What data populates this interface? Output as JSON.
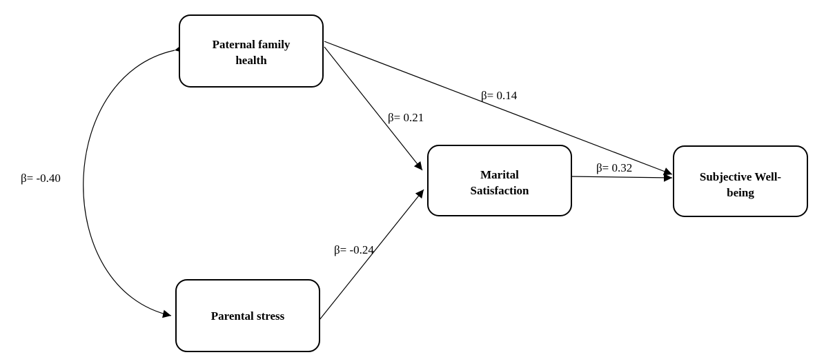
{
  "nodes": {
    "paternal": {
      "line1": "Paternal family",
      "line2": "health"
    },
    "stress": {
      "line1": "Parental stress"
    },
    "marital": {
      "line1": "Marital",
      "line2": "Satisfaction"
    },
    "wellbeing": {
      "line1": "Subjective Well-",
      "line2": "being"
    }
  },
  "edges": {
    "paternal_marital": "β= 0.21",
    "paternal_wellbeing": "β= 0.14",
    "stress_marital": "β= -0.24",
    "marital_wellbeing": "β= 0.32",
    "paternal_stress_covariance": "β= -0.40"
  },
  "colors": {
    "stroke": "#000000",
    "background": "#ffffff"
  }
}
